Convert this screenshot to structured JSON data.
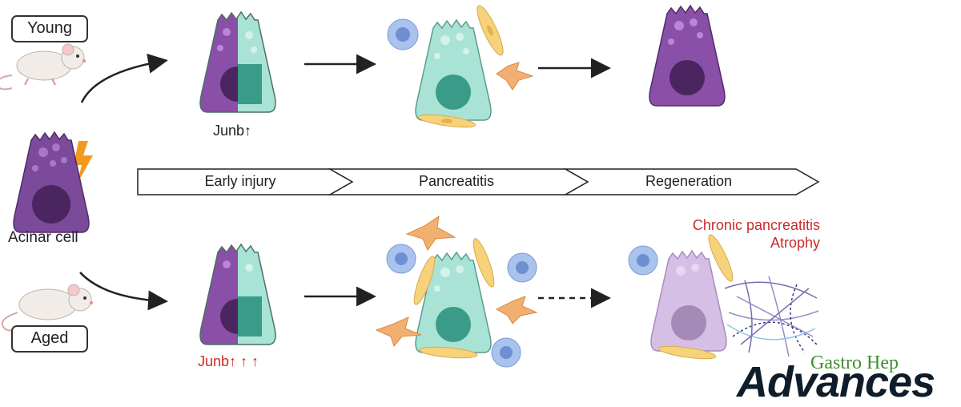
{
  "labels": {
    "young": "Young",
    "aged": "Aged",
    "acinar_cell": "Acinar cell",
    "junb_young": "Junb↑",
    "junb_aged": "Junb↑ ↑ ↑",
    "outcome_line1": "Chronic pancreatitis",
    "outcome_line2": "Atrophy"
  },
  "stages": [
    "Early injury",
    "Pancreatitis",
    "Regeneration"
  ],
  "logo": {
    "line1": "Gastro Hep",
    "line2": "Advances"
  },
  "colors": {
    "acinar_purple": "#7b4a9a",
    "stressed_teal": "#8fd8c8",
    "nucleus_dark": "#4a2560",
    "nucleus_teal": "#3a9c88",
    "fibroblast_orange": "#f1b071",
    "fibroblast_yellow": "#f6d27a",
    "immune_blue": "#a9c2ee",
    "alert_red": "#cc2a2a",
    "lightning": "#f29a1f",
    "brand_green": "#3f8f2f",
    "brand_dark": "#0f1d2a"
  },
  "icons": [
    "mouse-icon",
    "lightning-icon",
    "acinar-cell-icon",
    "fibroblast-icon",
    "immune-cell-icon",
    "fibrosis-mesh-icon",
    "arrow-icon"
  ]
}
